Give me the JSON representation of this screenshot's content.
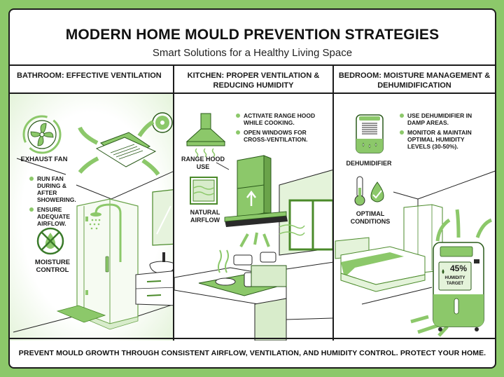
{
  "header": {
    "title": "MODERN HOME MOULD PREVENTION STRATEGIES",
    "subtitle": "Smart Solutions for a Healthy Living Space"
  },
  "colors": {
    "accent_green": "#8cc86a",
    "light_green": "#d8eccb",
    "outline": "#1c1c1c",
    "background": "#ffffff"
  },
  "sections": [
    {
      "heading": "BATHROOM: EFFECTIVE VENTILATION",
      "icon_labels": [
        "EXHAUST FAN",
        "MOISTURE CONTROL"
      ],
      "bullets": [
        "RUN FAN DURING & AFTER SHOWERING.",
        "ENSURE ADEQUATE AIRFLOW."
      ],
      "icons": [
        "exhaust-fan-icon",
        "ceiling-vent-icon",
        "no-moisture-icon",
        "shower-icon",
        "sink-icon"
      ]
    },
    {
      "heading": "KITCHEN: PROPER VENTILATION & REDUCING HUMIDITY",
      "icon_labels": [
        "RANGE HOOD USE",
        "NATURAL AIRFLOW"
      ],
      "bullets": [
        "ACTIVATE RANGE HOOD WHILE COOKING.",
        "OPEN WINDOWS FOR CROSS-VENTILATION."
      ],
      "icons": [
        "range-hood-icon",
        "natural-airflow-icon",
        "stove-icon",
        "window-icon"
      ]
    },
    {
      "heading": "BEDROOM: MOISTURE MANAGEMENT & DEHUMIDIFICATION",
      "icon_labels": [
        "DEHUMIDIFIER",
        "OPTIMAL CONDITIONS"
      ],
      "bullets": [
        "USE DEHUMIDIFIER IN DAMP AREAS.",
        "MONITOR & MAINTAIN OPTIMAL HUMIDITY LEVELS (30-50%)."
      ],
      "icons": [
        "dehumidifier-icon",
        "thermometer-icon",
        "bed-icon",
        "wardrobe-icon"
      ],
      "display": {
        "humidity_value": "45%",
        "humidity_label_1": "HUMIDITY",
        "humidity_label_2": "TARGET"
      }
    }
  ],
  "footer": {
    "text": "PREVENT MOULD GROWTH THROUGH CONSISTENT AIRFLOW, VENTILATION, AND HUMIDITY CONTROL. PROTECT YOUR HOME."
  }
}
